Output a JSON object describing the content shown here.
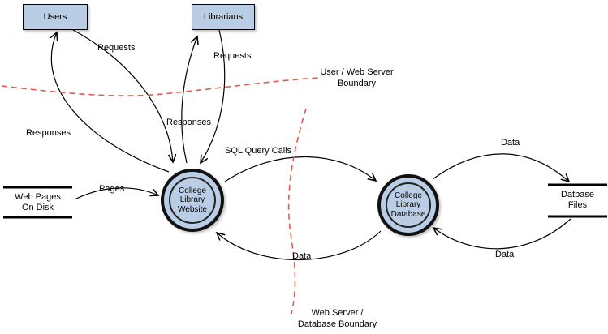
{
  "diagram": {
    "entities": {
      "users": "Users",
      "librarians": "Librarians"
    },
    "processes": {
      "website": {
        "line1": "College",
        "line2": "Library",
        "line3": "Website"
      },
      "database": {
        "line1": "College",
        "line2": "Library",
        "line3": "Database"
      }
    },
    "datastores": {
      "webpages": {
        "line1": "Web Pages",
        "line2": "On Disk"
      },
      "dbfiles": {
        "line1": "Datbase",
        "line2": "Files"
      }
    },
    "flows": {
      "requests_users": "Requests",
      "responses_users": "Responses",
      "requests_librarians": "Requests",
      "responses_librarians": "Responses",
      "sql": "SQL Query Calls",
      "pages": "Pages",
      "data_db_to_files": "Data",
      "data_files_to_db": "Data",
      "data_db_to_site": "Data"
    },
    "boundaries": {
      "user_web": {
        "line1": "User / Web Server",
        "line2": "Boundary"
      },
      "web_db": {
        "line1": "Web Server /",
        "line2": "Database Boundary"
      }
    },
    "colors": {
      "node_fill": "#b9cde5",
      "boundary_red": "#e05c50",
      "stroke": "#000000"
    }
  }
}
